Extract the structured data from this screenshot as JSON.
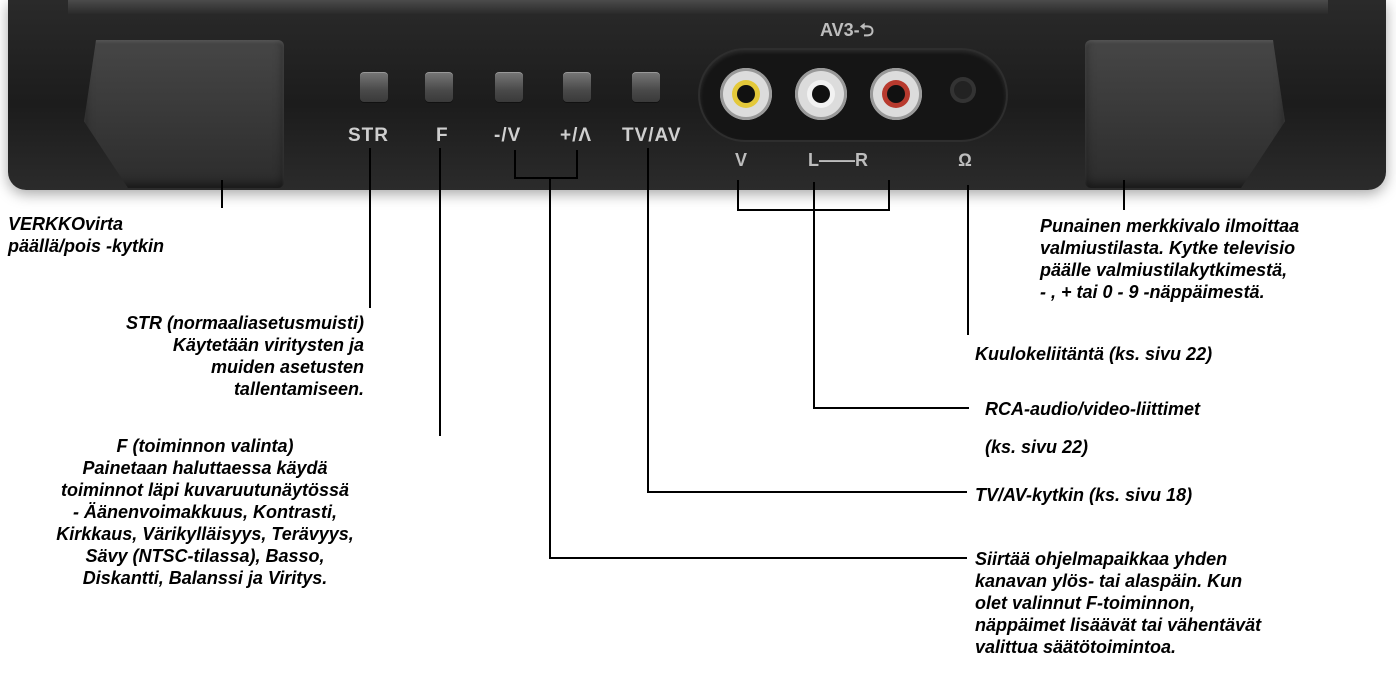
{
  "panel": {
    "av_label": "AV3-⮌",
    "buttons": [
      {
        "id": "str",
        "label": "STR"
      },
      {
        "id": "f",
        "label": "F"
      },
      {
        "id": "minus",
        "label": "-/V"
      },
      {
        "id": "plus",
        "label": "+/Λ"
      },
      {
        "id": "tvav",
        "label": "TV/AV"
      }
    ],
    "jack_labels": {
      "v": "V",
      "lr": "L——R",
      "phones": "Ω"
    },
    "jack_colors": {
      "video": "#e3c83a",
      "audio_l": "#f2f2f2",
      "audio_r": "#b83a2e"
    }
  },
  "captions": {
    "power": "VERKKOvirta\npäällä/pois -kytkin",
    "str": "STR (normaaliasetusmuisti)\nKäytetään viritysten ja\nmuiden asetusten\ntallentamiseen.",
    "f": "F (toiminnon valinta)\nPainetaan haluttaessa käydä\ntoiminnot läpi kuvaruutunäytössä\n- Äänenvoimakkuus, Kontrasti,\nKirkkaus, Värikylläisyys, Terävyys,\nSävy (NTSC-tilassa), Basso,\nDiskantti, Balanssi ja Viritys.",
    "standby": "Punainen merkkivalo ilmoittaa\nvalmiustilasta. Kytke televisio\npäälle valmiustilakytkimestä,\n- , + tai 0 - 9 -näppäimestä.",
    "headphone": "Kuulokeliitäntä (ks. sivu 22)",
    "rca_1": "RCA-audio/video-liittimet",
    "rca_2": "(ks. sivu 22)",
    "tvav": "TV/AV-kytkin (ks. sivu 18)",
    "channel": "Siirtää ohjelmapaikkaa yhden\nkanavan ylös- tai alaspäin. Kun\nolet valinnut F-toiminnon,\nnäppäimet lisäävät tai vähentävät\nvalittua säätötoimintoa."
  }
}
